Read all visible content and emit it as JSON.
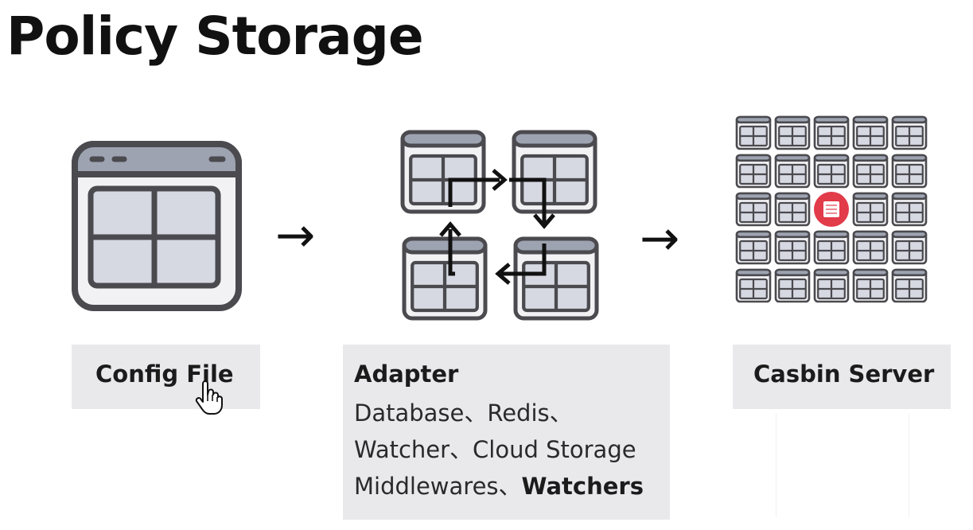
{
  "title": "Policy Storage",
  "colors": {
    "frame": "#4a4a4f",
    "titlebar": "#9ea3b1",
    "pane": "#d6d8e2",
    "window_bg": "#f2f2f4",
    "label_bg": "#e9e9ec",
    "highlight": "#e23b4a"
  },
  "sections": [
    {
      "id": "config",
      "heading": "Config File",
      "icon": "window-icon"
    },
    {
      "id": "adapter",
      "heading": "Adapter",
      "icon": "adapter-cycle-icon",
      "lines": [
        {
          "text": "Database、Redis、"
        },
        {
          "text": "Watcher、Cloud Storage"
        },
        {
          "text": "Middlewares、",
          "bold_suffix": "Watchers"
        }
      ]
    },
    {
      "id": "server",
      "heading": "Casbin Server",
      "icon": "server-grid-icon"
    }
  ],
  "arrows": [
    "→",
    "→"
  ]
}
